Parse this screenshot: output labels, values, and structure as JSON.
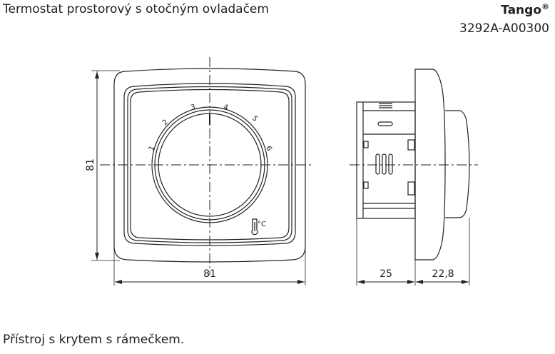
{
  "header": {
    "title": "Termostat prostorový s otočným ovladačem",
    "brand": "Tango",
    "brand_mark": "®",
    "product_code": "3292A-A00300"
  },
  "drawing": {
    "front_view": {
      "dial_numbers": [
        "1",
        "2",
        "3",
        "4",
        "5",
        "6"
      ],
      "temperature_unit": "°C",
      "dimension_height": "81",
      "dimension_width": "81"
    },
    "side_view": {
      "dimension_body_depth": "25",
      "dimension_cover_depth": "22,8"
    }
  },
  "footer": {
    "description": "Přístroj s krytem s rámečkem."
  }
}
